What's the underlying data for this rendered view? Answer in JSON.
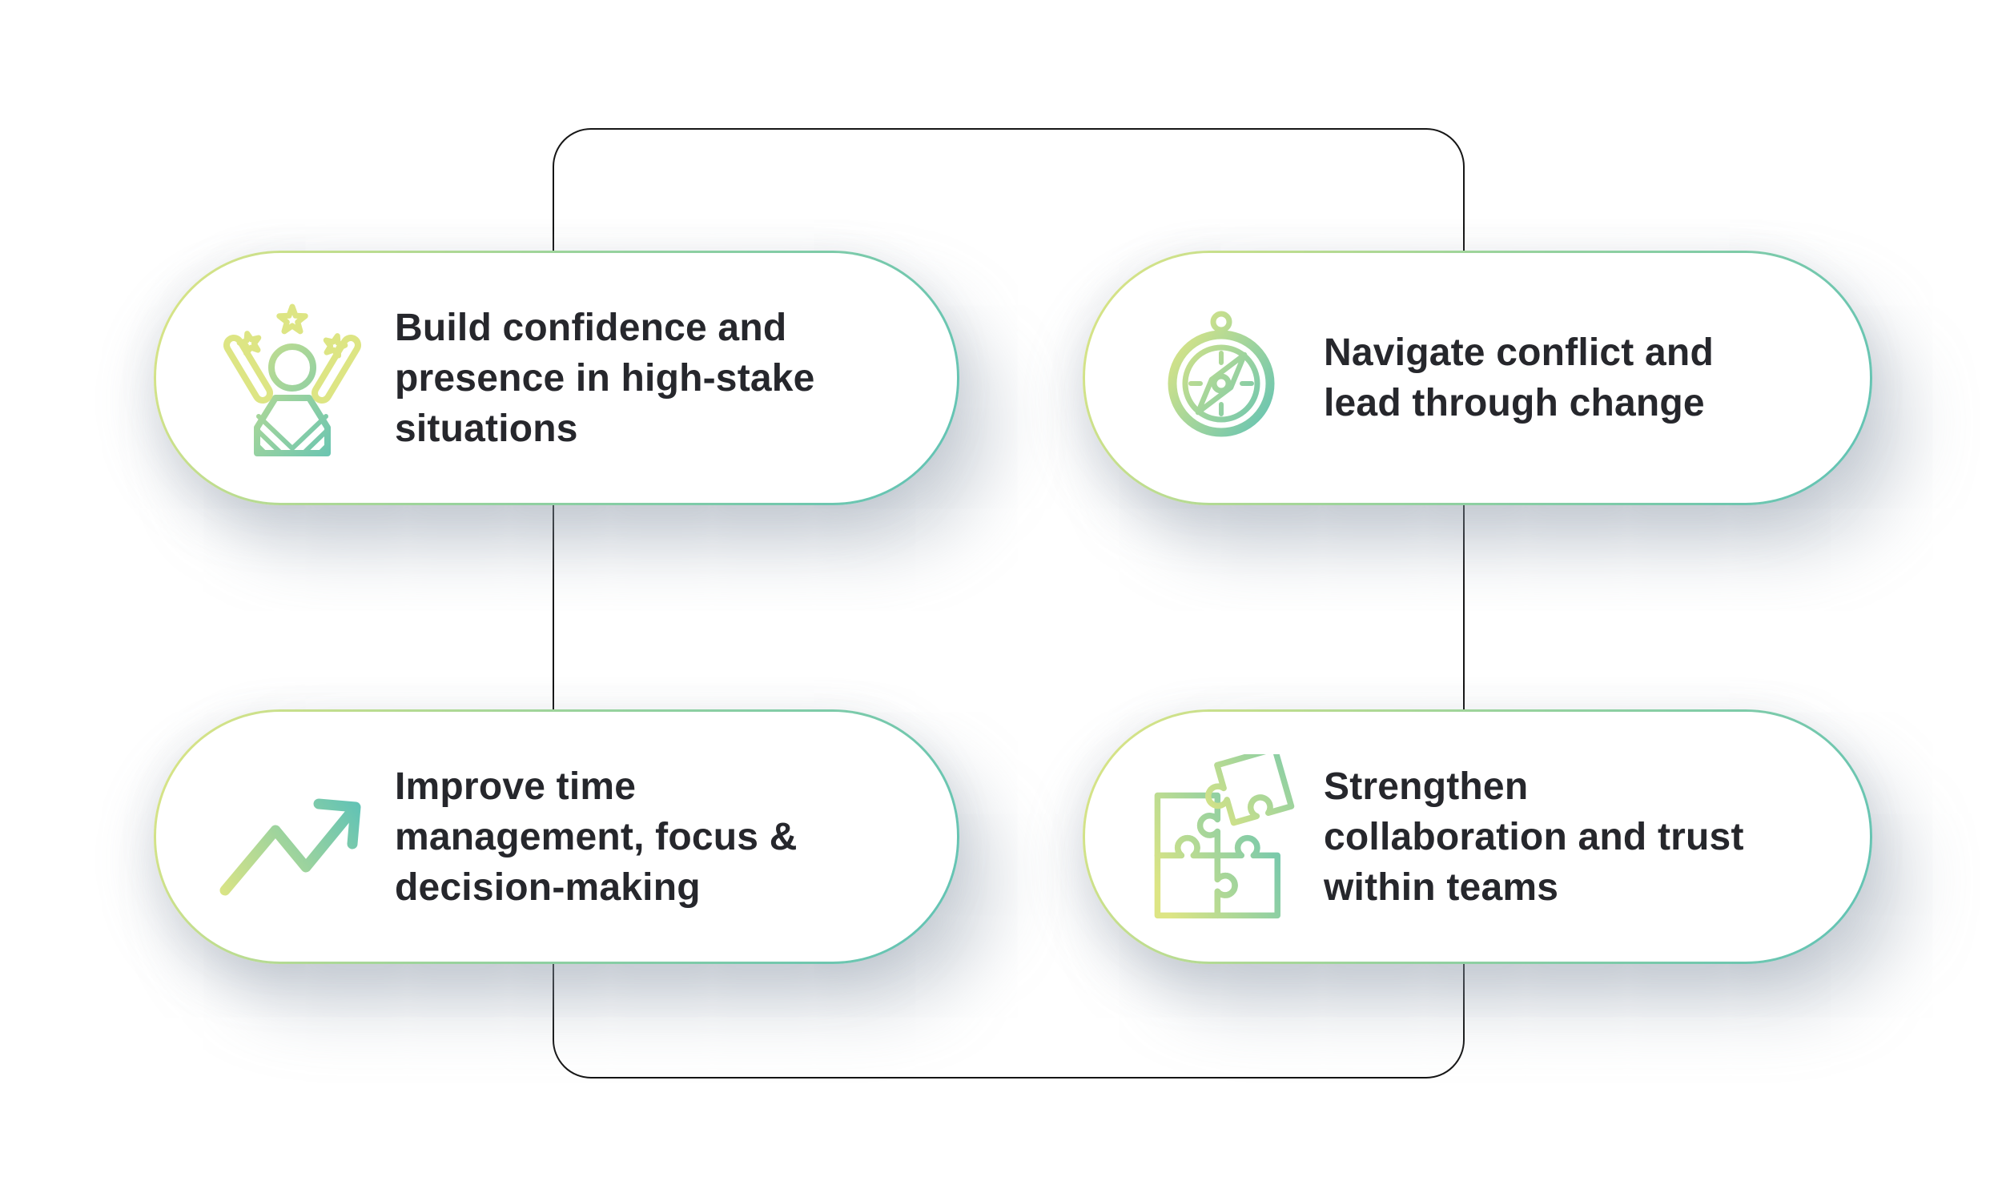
{
  "theme": {
    "background": "#ffffff",
    "card_background": "#ffffff",
    "gradient_start": "#dde584",
    "gradient_end": "#5fc2b6",
    "text_color": "#26272c",
    "frame_border_color": "#161616"
  },
  "cards": [
    {
      "icon": "celebration-person-icon",
      "lines": [
        "Build confidence and",
        "presence in high-stake",
        "situations"
      ]
    },
    {
      "icon": "compass-icon",
      "lines": [
        "Navigate conflict and",
        "lead through change"
      ]
    },
    {
      "icon": "trending-up-arrow-icon",
      "lines": [
        "Improve time",
        "management, focus &",
        "decision-making"
      ]
    },
    {
      "icon": "puzzle-pieces-icon",
      "lines": [
        "Strengthen",
        "collaboration and trust",
        "within teams"
      ]
    }
  ]
}
